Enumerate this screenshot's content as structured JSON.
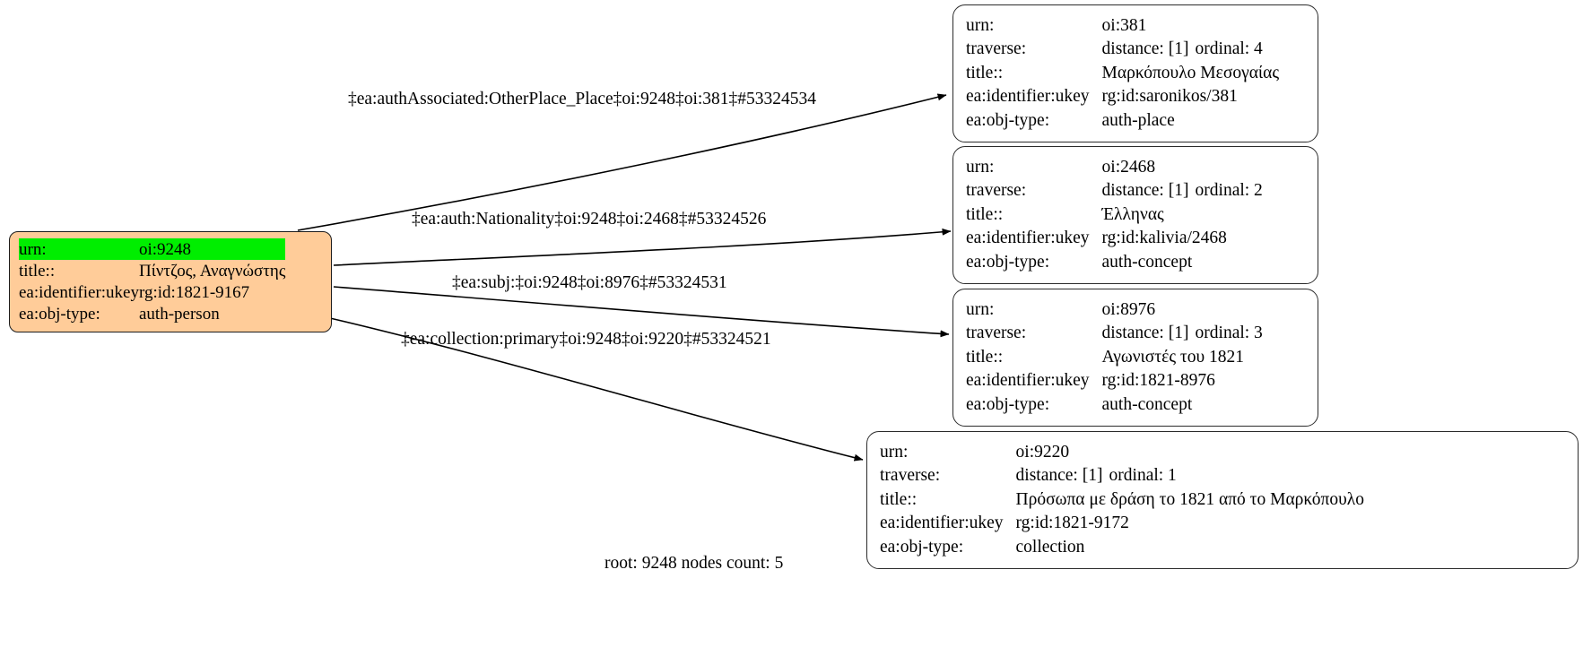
{
  "diagram": {
    "caption": "root: 9248 nodes count: 5",
    "root_node": {
      "id": "oi:9248",
      "rows": [
        {
          "key": "urn:",
          "value": "oi:9248",
          "highlight": true
        },
        {
          "key": "title::",
          "value": "Πίντζος, Αναγνώστης",
          "highlight": false
        },
        {
          "key": "ea:identifier:ukey",
          "value": "rg:id:1821-9167",
          "highlight": false
        },
        {
          "key": "ea:obj-type:",
          "value": "auth-person",
          "highlight": false
        }
      ]
    },
    "nodes": [
      {
        "id": "oi:381",
        "rows": [
          {
            "key": "urn:",
            "value": "oi:381"
          },
          {
            "key": "traverse:",
            "value": "distance: [1]",
            "value2": "ordinal: 4"
          },
          {
            "key": "title::",
            "value": "Μαρκόπουλο Μεσογαίας"
          },
          {
            "key": "ea:identifier:ukey",
            "value": "rg:id:saronikos/381"
          },
          {
            "key": "ea:obj-type:",
            "value": "auth-place"
          }
        ]
      },
      {
        "id": "oi:2468",
        "rows": [
          {
            "key": "urn:",
            "value": "oi:2468"
          },
          {
            "key": "traverse:",
            "value": "distance: [1]",
            "value2": "ordinal: 2"
          },
          {
            "key": "title::",
            "value": "Έλληνας"
          },
          {
            "key": "ea:identifier:ukey",
            "value": "rg:id:kalivia/2468"
          },
          {
            "key": "ea:obj-type:",
            "value": "auth-concept"
          }
        ]
      },
      {
        "id": "oi:8976",
        "rows": [
          {
            "key": "urn:",
            "value": "oi:8976"
          },
          {
            "key": "traverse:",
            "value": "distance: [1]",
            "value2": "ordinal: 3"
          },
          {
            "key": "title::",
            "value": "Αγωνιστές του 1821"
          },
          {
            "key": "ea:identifier:ukey",
            "value": "rg:id:1821-8976"
          },
          {
            "key": "ea:obj-type:",
            "value": "auth-concept"
          }
        ]
      },
      {
        "id": "oi:9220",
        "rows": [
          {
            "key": "urn:",
            "value": "oi:9220"
          },
          {
            "key": "traverse:",
            "value": "distance: [1]",
            "value2": "ordinal: 1"
          },
          {
            "key": "title::",
            "value": "Πρόσωπα με δράση το 1821 από το Μαρκόπουλο"
          },
          {
            "key": "ea:identifier:ukey",
            "value": "rg:id:1821-9172"
          },
          {
            "key": "ea:obj-type:",
            "value": "collection"
          }
        ]
      }
    ],
    "edges": [
      {
        "label": "‡ea:authAssociated:OtherPlace_Place‡oi:9248‡oi:381‡#53324534"
      },
      {
        "label": "‡ea:auth:Nationality‡oi:9248‡oi:2468‡#53324526"
      },
      {
        "label": "‡ea:subj:‡oi:9248‡oi:8976‡#53324531"
      },
      {
        "label": "‡ea:collection:primary‡oi:9248‡oi:9220‡#53324521"
      }
    ],
    "colors": {
      "root_fill": "#ffcc99",
      "highlight": "#00ee00",
      "stroke": "#2b2b2b",
      "background": "#ffffff"
    }
  }
}
